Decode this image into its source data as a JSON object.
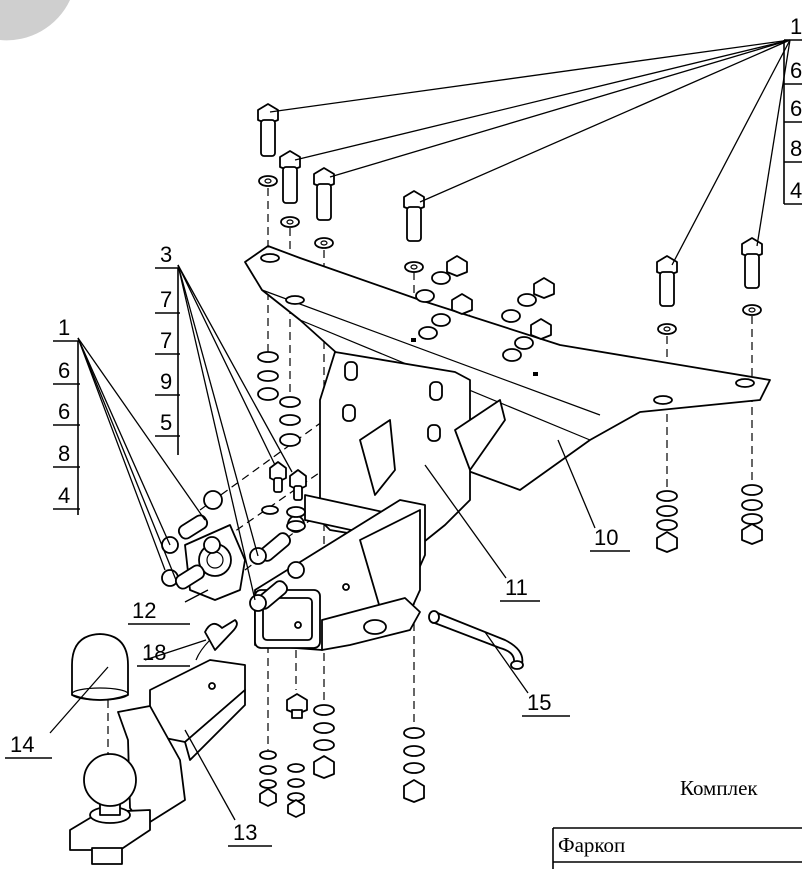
{
  "callouts": {
    "n10": "10",
    "n11": "11",
    "n12": "12",
    "n13": "13",
    "n14": "14",
    "n15": "15",
    "n18": "18",
    "left_stack": [
      "1",
      "6",
      "6",
      "8",
      "4"
    ],
    "mid_stack": [
      "3",
      "7",
      "7",
      "9",
      "5"
    ],
    "right_stack": [
      "1",
      "6",
      "6",
      "8",
      "4"
    ]
  },
  "caption": "Комплек",
  "table": {
    "row1": "Фаркоп"
  },
  "colors": {
    "ink": "#000000",
    "paper": "#ffffff",
    "corner_badge": "#cfcfcf"
  }
}
